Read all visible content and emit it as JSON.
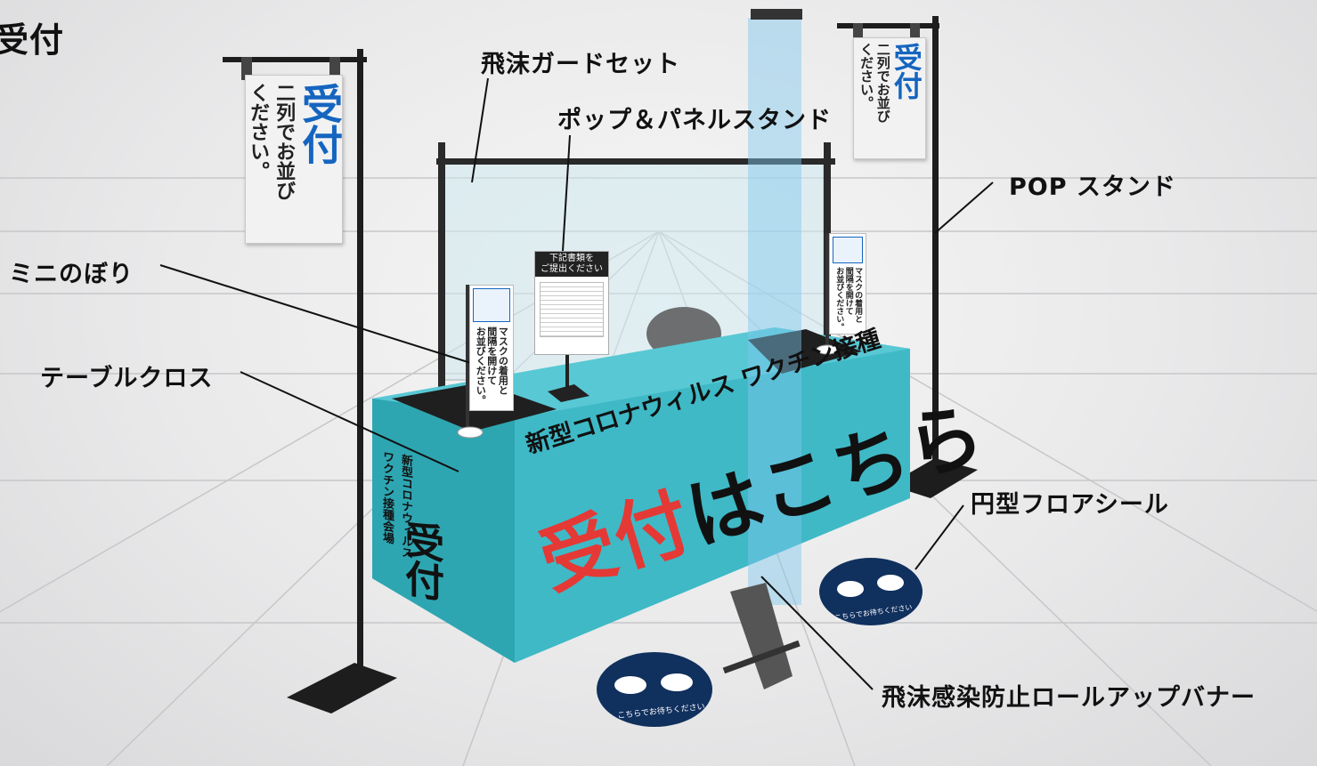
{
  "corner_title": "受付",
  "labels": {
    "droplet_guard_set": "飛沫ガードセット",
    "pop_panel_stand": "ポップ＆パネルスタンド",
    "pop_stand": "POP スタンド",
    "mini_nobori": "ミニのぼり",
    "table_cloth": "テーブルクロス",
    "round_floor_sticker": "円型フロアシール",
    "rollup_banner": "飛沫感染防止ロールアップバナー"
  },
  "left_sign": {
    "big": "受付",
    "small_1": "二列でお並び",
    "small_2": "ください。"
  },
  "right_sign": {
    "big": "受付",
    "small_1": "二列でお並び",
    "small_2": "ください。"
  },
  "mini_flag": {
    "line_1": "マスクの着用と",
    "line_2": "間隔を開けて",
    "line_3": "お並びください。"
  },
  "panel": {
    "header_1": "下記書類を",
    "header_2": "ご提出ください"
  },
  "table_cloth_text": {
    "top_line": "新型コロナウィルス ワクチン接種",
    "main": "受付はこちら",
    "side_line_1": "新型コロナウィルス",
    "side_line_2": "ワクチン接種会場",
    "side_main": "受付"
  },
  "floor_sticker_text": "こちらでお待ちください",
  "colors": {
    "sign_blue": "#1565c0",
    "cloth_teal": "#3fb9c6",
    "cloth_red": "#e53935",
    "sticker_navy": "#10305e",
    "stand_black": "#1d1d1d"
  }
}
